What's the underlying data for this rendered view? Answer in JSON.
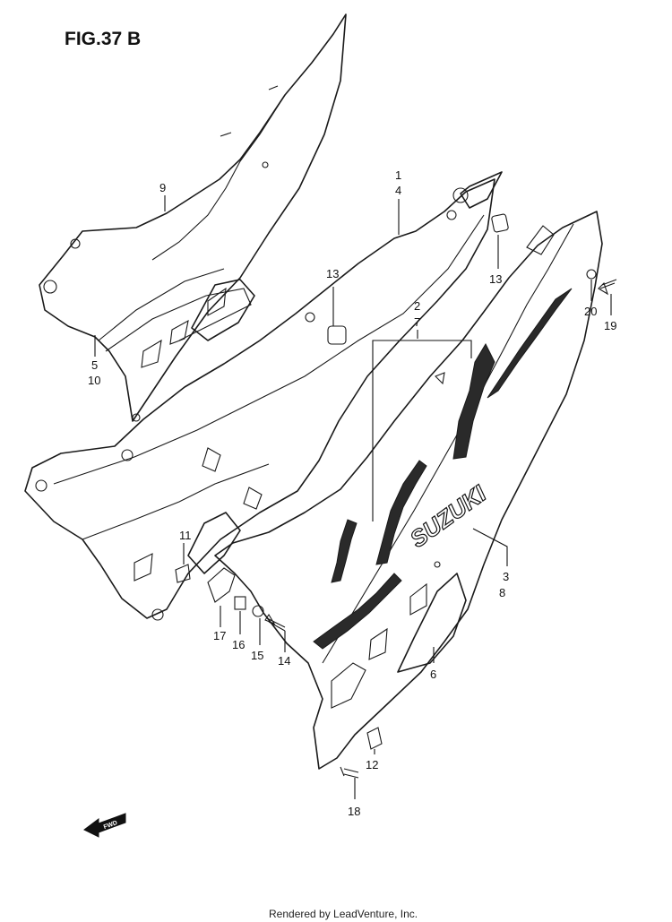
{
  "figure": {
    "title": "FIG.37 B"
  },
  "brand_mark": "SUZUKI",
  "fwd_label": "FWD",
  "callouts": [
    "1",
    "4",
    "2",
    "7",
    "3",
    "8",
    "5",
    "10",
    "6",
    "9",
    "11",
    "12",
    "13",
    "13",
    "14",
    "15",
    "16",
    "17",
    "18",
    "19",
    "20"
  ],
  "credit": "Rendered by LeadVenture, Inc."
}
